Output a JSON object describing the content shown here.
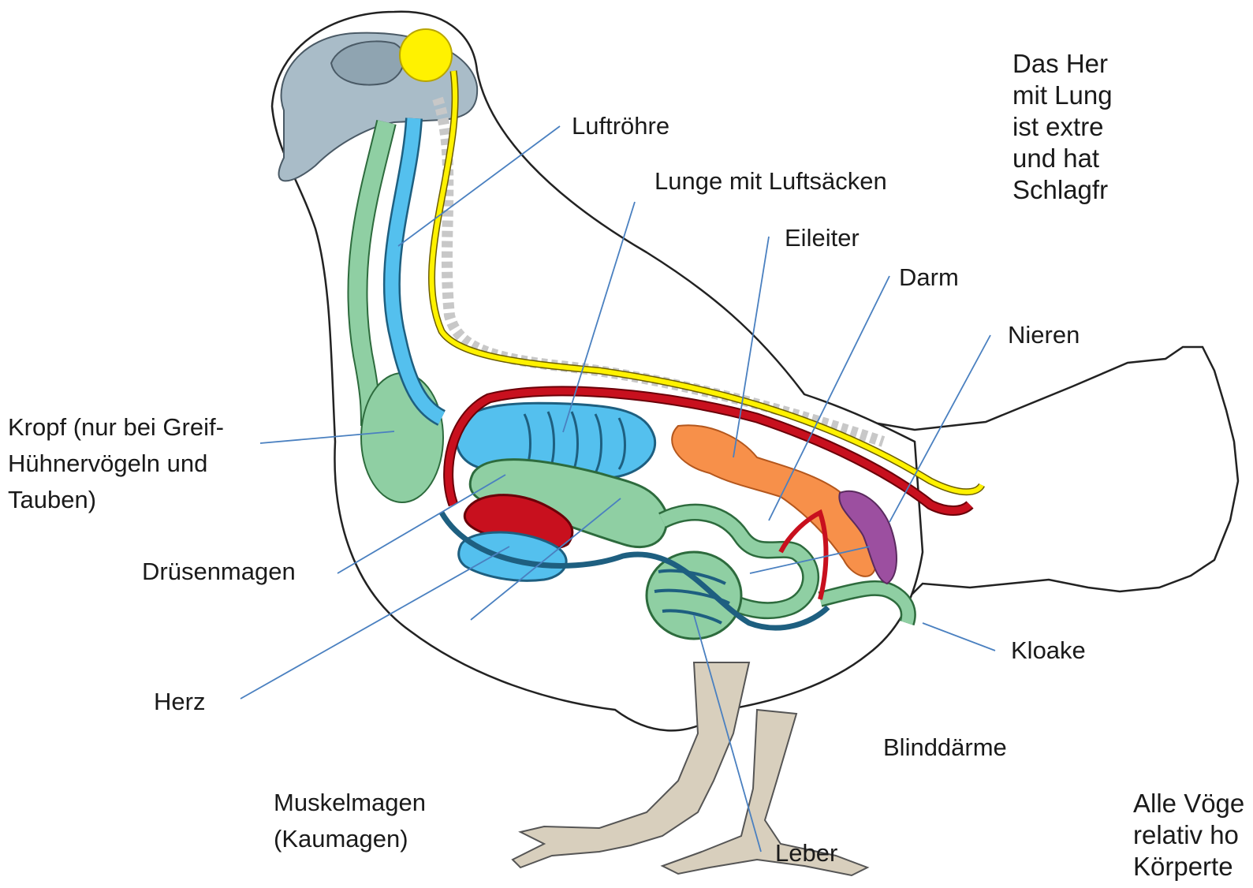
{
  "labels": {
    "luftroehre": "Luftröhre",
    "lunge": "Lunge mit Luftsäcken",
    "eileiter": "Eileiter",
    "darm": "Darm",
    "nieren": "Nieren",
    "kropf_1": "Kropf (nur bei Greif-",
    "kropf_2": "Hühnervögeln und",
    "kropf_3": "Tauben)",
    "druesenmagen": "Drüsenmagen",
    "herz": "Herz",
    "muskelmagen_1": "Muskelmagen",
    "muskelmagen_2": "(Kaumagen)",
    "leber": "Leber",
    "blinddaerme": "Blinddärme",
    "kloake": "Kloake"
  },
  "notes": {
    "top_1": "Das Her",
    "top_2": "mit Lung",
    "top_3": "ist extre",
    "top_4": "und hat",
    "top_5": "Schlagfr",
    "bottom_1": "Alle Vöge",
    "bottom_2": "relativ ho",
    "bottom_3": "Körperte"
  },
  "colors": {
    "outline": "#222222",
    "head": "#a9bcc8",
    "brain": "#fff200",
    "spine": "#c8c8c8",
    "trachea_air": "#54c0ee",
    "digestive": "#8fcfa3",
    "artery": "#c8101e",
    "oviduct": "#f7904a",
    "kidney": "#9c4fa0",
    "legs": "#d8cfbd",
    "pointer": "#4a80c0"
  }
}
